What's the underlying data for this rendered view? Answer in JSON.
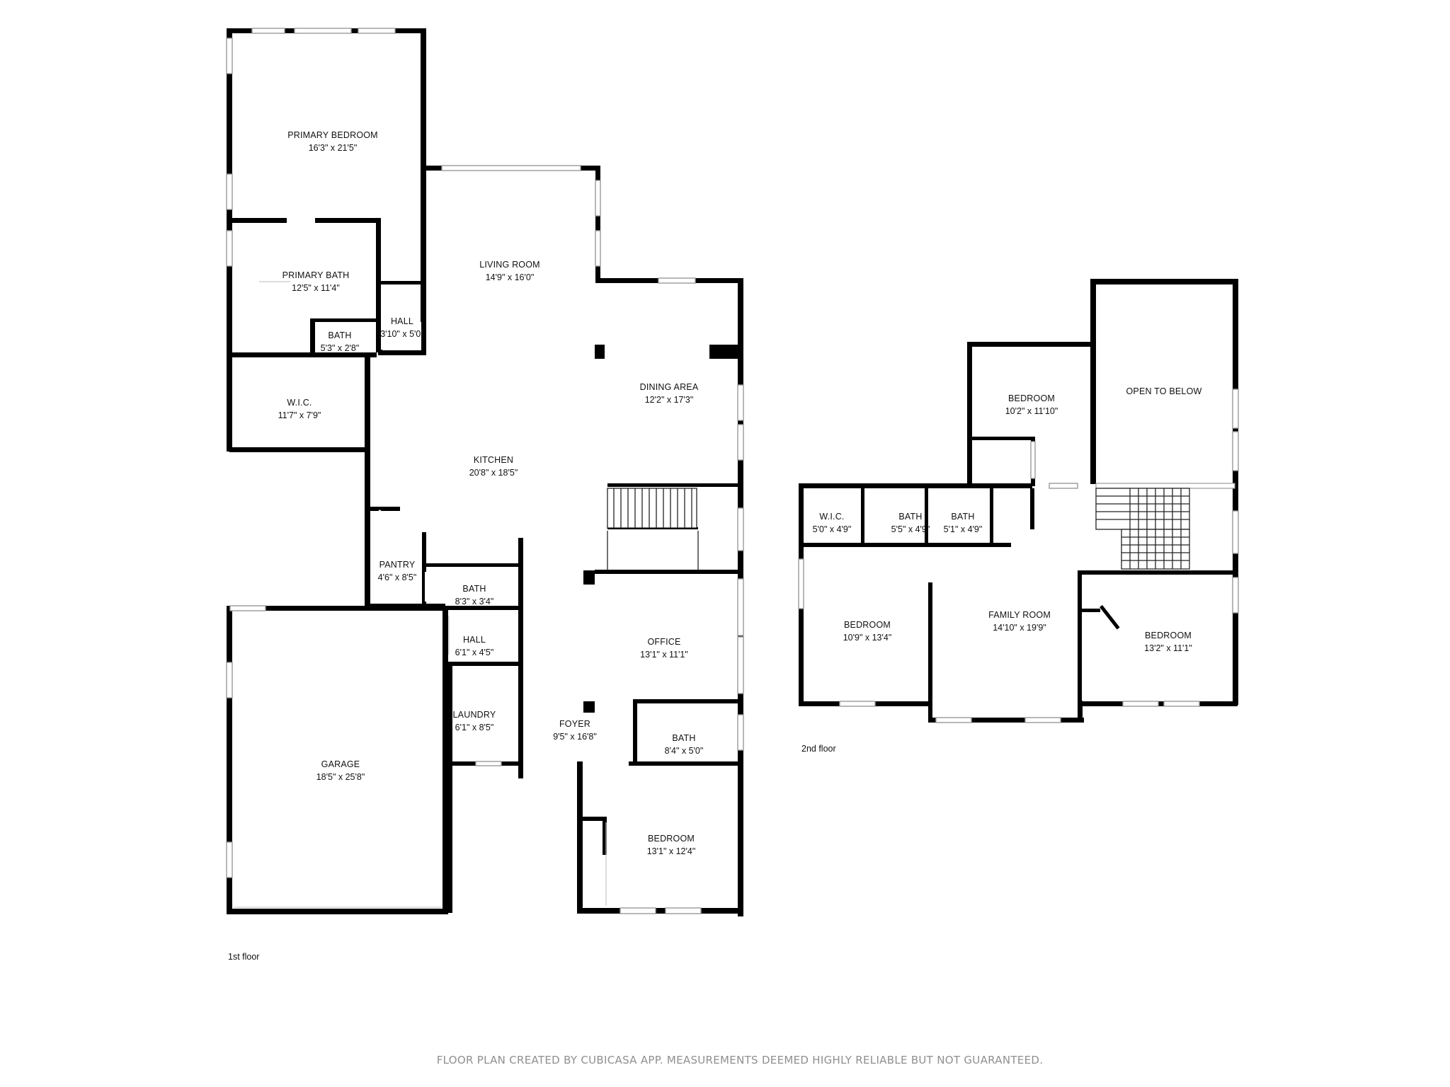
{
  "floors": [
    {
      "id": "floor1",
      "label": "1st floor"
    },
    {
      "id": "floor2",
      "label": "2nd floor"
    }
  ],
  "rooms": [
    {
      "id": "primary-bedroom",
      "name": "PRIMARY BEDROOM",
      "dims": "16'3\" x 21'5\""
    },
    {
      "id": "primary-bath",
      "name": "PRIMARY BATH",
      "dims": "12'5\" x 11'4\""
    },
    {
      "id": "bath-small",
      "name": "BATH",
      "dims": "5'3\" x 2'8\""
    },
    {
      "id": "hall-upper",
      "name": "HALL",
      "dims": "3'10\" x 5'0\""
    },
    {
      "id": "wic-1",
      "name": "W.I.C.",
      "dims": "11'7\" x 7'9\""
    },
    {
      "id": "living-room",
      "name": "LIVING ROOM",
      "dims": "14'9\" x 16'0\""
    },
    {
      "id": "dining-area",
      "name": "DINING AREA",
      "dims": "12'2\" x 17'3\""
    },
    {
      "id": "kitchen",
      "name": "KITCHEN",
      "dims": "20'8\" x 18'5\""
    },
    {
      "id": "pantry",
      "name": "PANTRY",
      "dims": "4'6\" x 8'5\""
    },
    {
      "id": "bath-center",
      "name": "BATH",
      "dims": "8'3\" x 3'4\""
    },
    {
      "id": "hall-lower",
      "name": "HALL",
      "dims": "6'1\" x 4'5\""
    },
    {
      "id": "office",
      "name": "OFFICE",
      "dims": "13'1\" x 11'1\""
    },
    {
      "id": "laundry",
      "name": "LAUNDRY",
      "dims": "6'1\" x 8'5\""
    },
    {
      "id": "foyer",
      "name": "FOYER",
      "dims": "9'5\" x 16'8\""
    },
    {
      "id": "bath-foyer",
      "name": "BATH",
      "dims": "8'4\" x 5'0\""
    },
    {
      "id": "garage",
      "name": "GARAGE",
      "dims": "18'5\" x 25'8\""
    },
    {
      "id": "bedroom-1",
      "name": "BEDROOM",
      "dims": "13'1\" x 12'4\""
    },
    {
      "id": "bedroom-2",
      "name": "BEDROOM",
      "dims": "10'2\" x 11'10\""
    },
    {
      "id": "open-to-below",
      "name": "OPEN TO BELOW",
      "dims": ""
    },
    {
      "id": "wic-2",
      "name": "W.I.C.",
      "dims": "5'0\" x 4'9\""
    },
    {
      "id": "bath-2a",
      "name": "BATH",
      "dims": "5'5\" x 4'9\""
    },
    {
      "id": "bath-2b",
      "name": "BATH",
      "dims": "5'1\" x 4'9\""
    },
    {
      "id": "bedroom-3",
      "name": "BEDROOM",
      "dims": "10'9\" x 13'4\""
    },
    {
      "id": "family-room",
      "name": "FAMILY ROOM",
      "dims": "14'10\" x 19'9\""
    },
    {
      "id": "bedroom-4",
      "name": "BEDROOM",
      "dims": "13'2\" x 11'1\""
    }
  ],
  "footer": "FLOOR PLAN CREATED BY CUBICASA APP. MEASUREMENTS DEEMED HIGHLY RELIABLE BUT NOT GUARANTEED."
}
